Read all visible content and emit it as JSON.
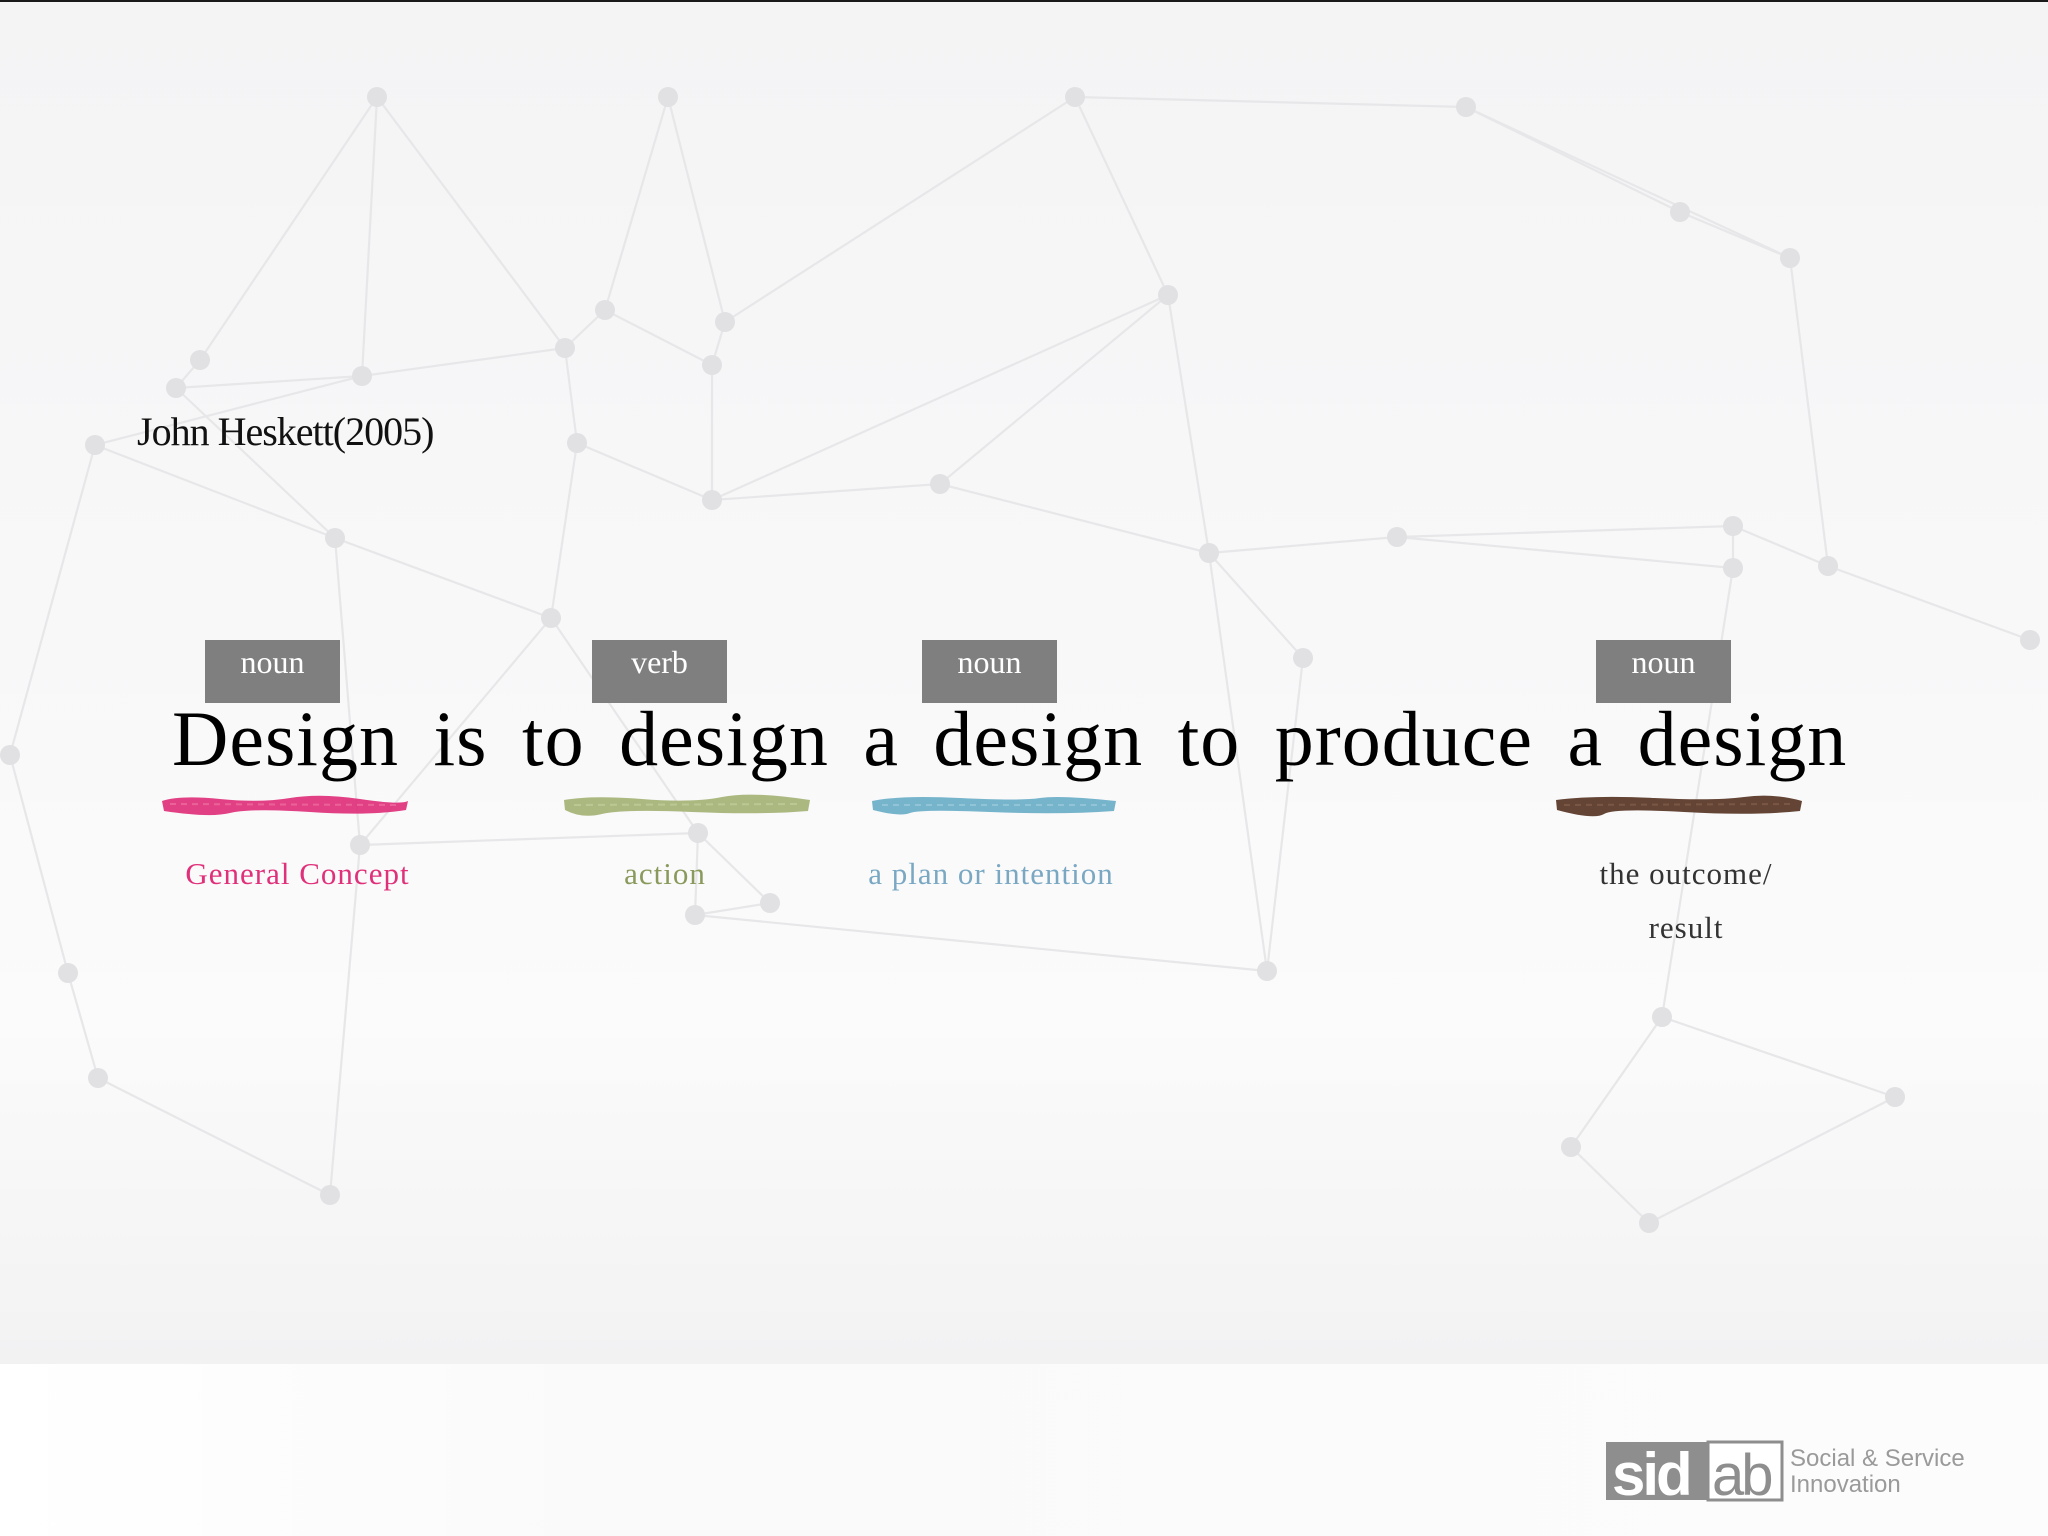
{
  "author": "John Heskett(2005)",
  "sentence": "Design is to design a design to produce a design",
  "parts": [
    {
      "tag": "noun",
      "meaning": "General Concept",
      "color": "#e0307a"
    },
    {
      "tag": "verb",
      "meaning": "action",
      "color": "#9aaa6a"
    },
    {
      "tag": "noun",
      "meaning": "a plan or intention",
      "color": "#6aaec8"
    },
    {
      "tag": "noun",
      "meaning_line1": "the outcome/",
      "meaning_line2": "result",
      "color": "#5c3a2a"
    }
  ],
  "logo": {
    "brand": "sidlab",
    "line1": "Social & Service",
    "line2": "Innovation"
  },
  "colors": {
    "tag_bg": "#7f7f7f",
    "network_line": "#e6e6e8",
    "network_node": "#e0e0e2"
  }
}
